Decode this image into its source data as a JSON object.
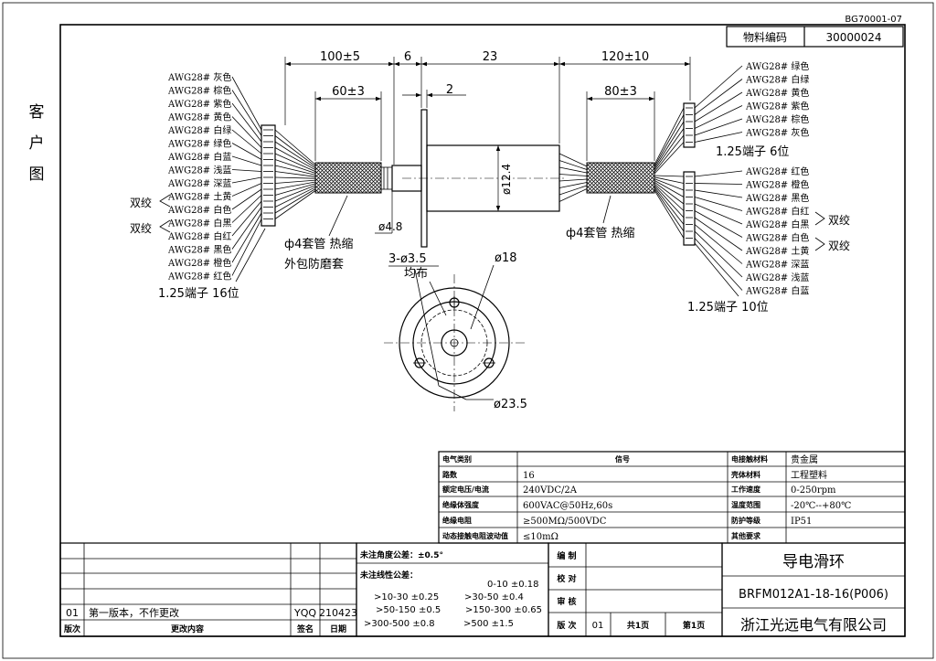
{
  "doc_code": "BG70001-07",
  "material_code_label": "物料编码",
  "material_code": "30000024",
  "side_label": [
    "客",
    "户",
    "图"
  ],
  "left_wires": [
    "AWG28# 灰色",
    "AWG28# 棕色",
    "AWG28# 紫色",
    "AWG28# 黄色",
    "AWG28# 白绿",
    "AWG28# 绿色",
    "AWG28# 白蓝",
    "AWG28# 浅蓝",
    "AWG28# 深蓝",
    "AWG28# 土黄",
    "AWG28# 白色",
    "AWG28# 白黑",
    "AWG28# 白红",
    "AWG28# 黑色",
    "AWG28# 橙色",
    "AWG28# 红色"
  ],
  "left_twist": [
    "双绞",
    "双绞"
  ],
  "left_connector": "1.25端子 16位",
  "right_wires_top": [
    "AWG28# 绿色",
    "AWG28# 白绿",
    "AWG28# 黄色",
    "AWG28# 紫色",
    "AWG28# 棕色",
    "AWG28# 灰色"
  ],
  "right_connector_top": "1.25端子 6位",
  "right_wires_bottom": [
    "AWG28# 红色",
    "AWG28# 橙色",
    "AWG28# 黑色",
    "AWG28# 白红",
    "AWG28# 白黑",
    "AWG28# 白色",
    "AWG28# 土黄",
    "AWG28# 深蓝",
    "AWG28# 浅蓝",
    "AWG28# 白蓝"
  ],
  "right_twist": [
    "双绞",
    "双绞"
  ],
  "right_connector_bottom": "1.25端子 10位",
  "dimensions": {
    "d_100": "100±5",
    "d_6": "6",
    "d_23": "23",
    "d_120": "120±10",
    "d_60": "60±3",
    "d_2": "2",
    "d_80": "80±3",
    "dia_12_4": "ø12.4",
    "dia_4_8": "ø4.8",
    "holes": "3-ø3.5",
    "holes_note": "均布",
    "dia_18": "ø18",
    "dia_23_5": "ø23.5"
  },
  "sleeve_left": [
    "ф4套管 热缩",
    "外包防磨套"
  ],
  "sleeve_right": "ф4套管 热缩",
  "spec_table": {
    "header": [
      "电气类别",
      "信号",
      "电接触材料",
      "贵金属"
    ],
    "rows": [
      [
        "路数",
        "16",
        "壳体材料",
        "工程塑料"
      ],
      [
        "额定电压/电流",
        "240VDC/2A",
        "工作速度",
        "0-250rpm"
      ],
      [
        "绝缘体强度",
        "600VAC@50Hz,60s",
        "温度范围",
        "-20℃--+80℃"
      ],
      [
        "绝缘电阻",
        "≥500MΩ/500VDC",
        "防护等级",
        "IP51"
      ],
      [
        "动态接触电阻波动值",
        "≤10mΩ",
        "其他要求",
        ""
      ]
    ]
  },
  "revision": {
    "row": [
      "01",
      "第一版本，不作更改",
      "YQQ",
      "210423"
    ],
    "headers": [
      "版次",
      "更改内容",
      "签名",
      "日期"
    ]
  },
  "tolerance": {
    "angle": "未注角度公差：±0.5°",
    "linear_title": "未注线性公差：",
    "items": [
      "0-10 ±0.18",
      ">10-30 ±0.25",
      ">30-50 ±0.4",
      ">50-150 ±0.5",
      ">150-300 ±0.65",
      ">300-500 ±0.8",
      ">500 ±1.5"
    ]
  },
  "signoff": {
    "make": "编 制",
    "check": "校 对",
    "review": "审 核",
    "edition_label": "版 次",
    "edition": "01",
    "total_pages": "共1页",
    "page": "第1页"
  },
  "title_block": {
    "product": "导电滑环",
    "model": "BRFM012A1-18-16(P006)",
    "company": "浙江光远电气有限公司"
  }
}
